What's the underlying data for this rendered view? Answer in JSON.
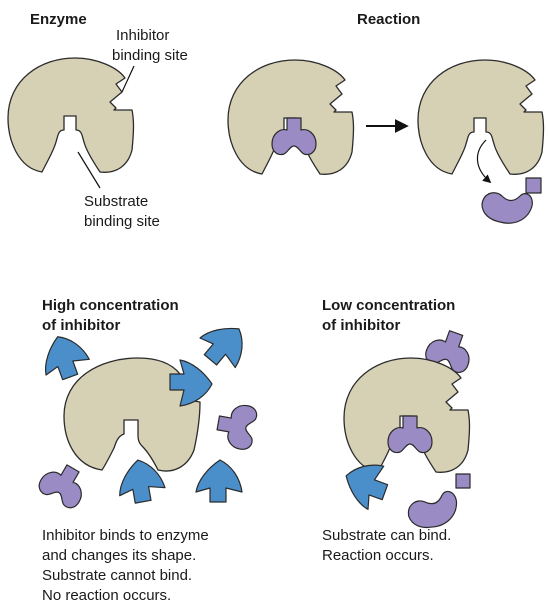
{
  "headings": {
    "enzyme": "Enzyme",
    "reaction": "Reaction",
    "high_line1": "High concentration",
    "high_line2": "of inhibitor",
    "low_line1": "Low concentration",
    "low_line2": "of inhibitor"
  },
  "labels": {
    "inhibitor_site_line1": "Inhibitor",
    "inhibitor_site_line2": "binding site",
    "substrate_site_line1": "Substrate",
    "substrate_site_line2": "binding site"
  },
  "captions": {
    "high": [
      "Inhibitor binds to enzyme",
      "and changes its shape.",
      "Substrate cannot bind.",
      "No reaction occurs."
    ],
    "low": [
      "Substrate can bind.",
      "Reaction occurs."
    ]
  },
  "colors": {
    "enzyme": "#d6d0b5",
    "substrate": "#9a8bc4",
    "inhibitor": "#4a8fc9"
  }
}
